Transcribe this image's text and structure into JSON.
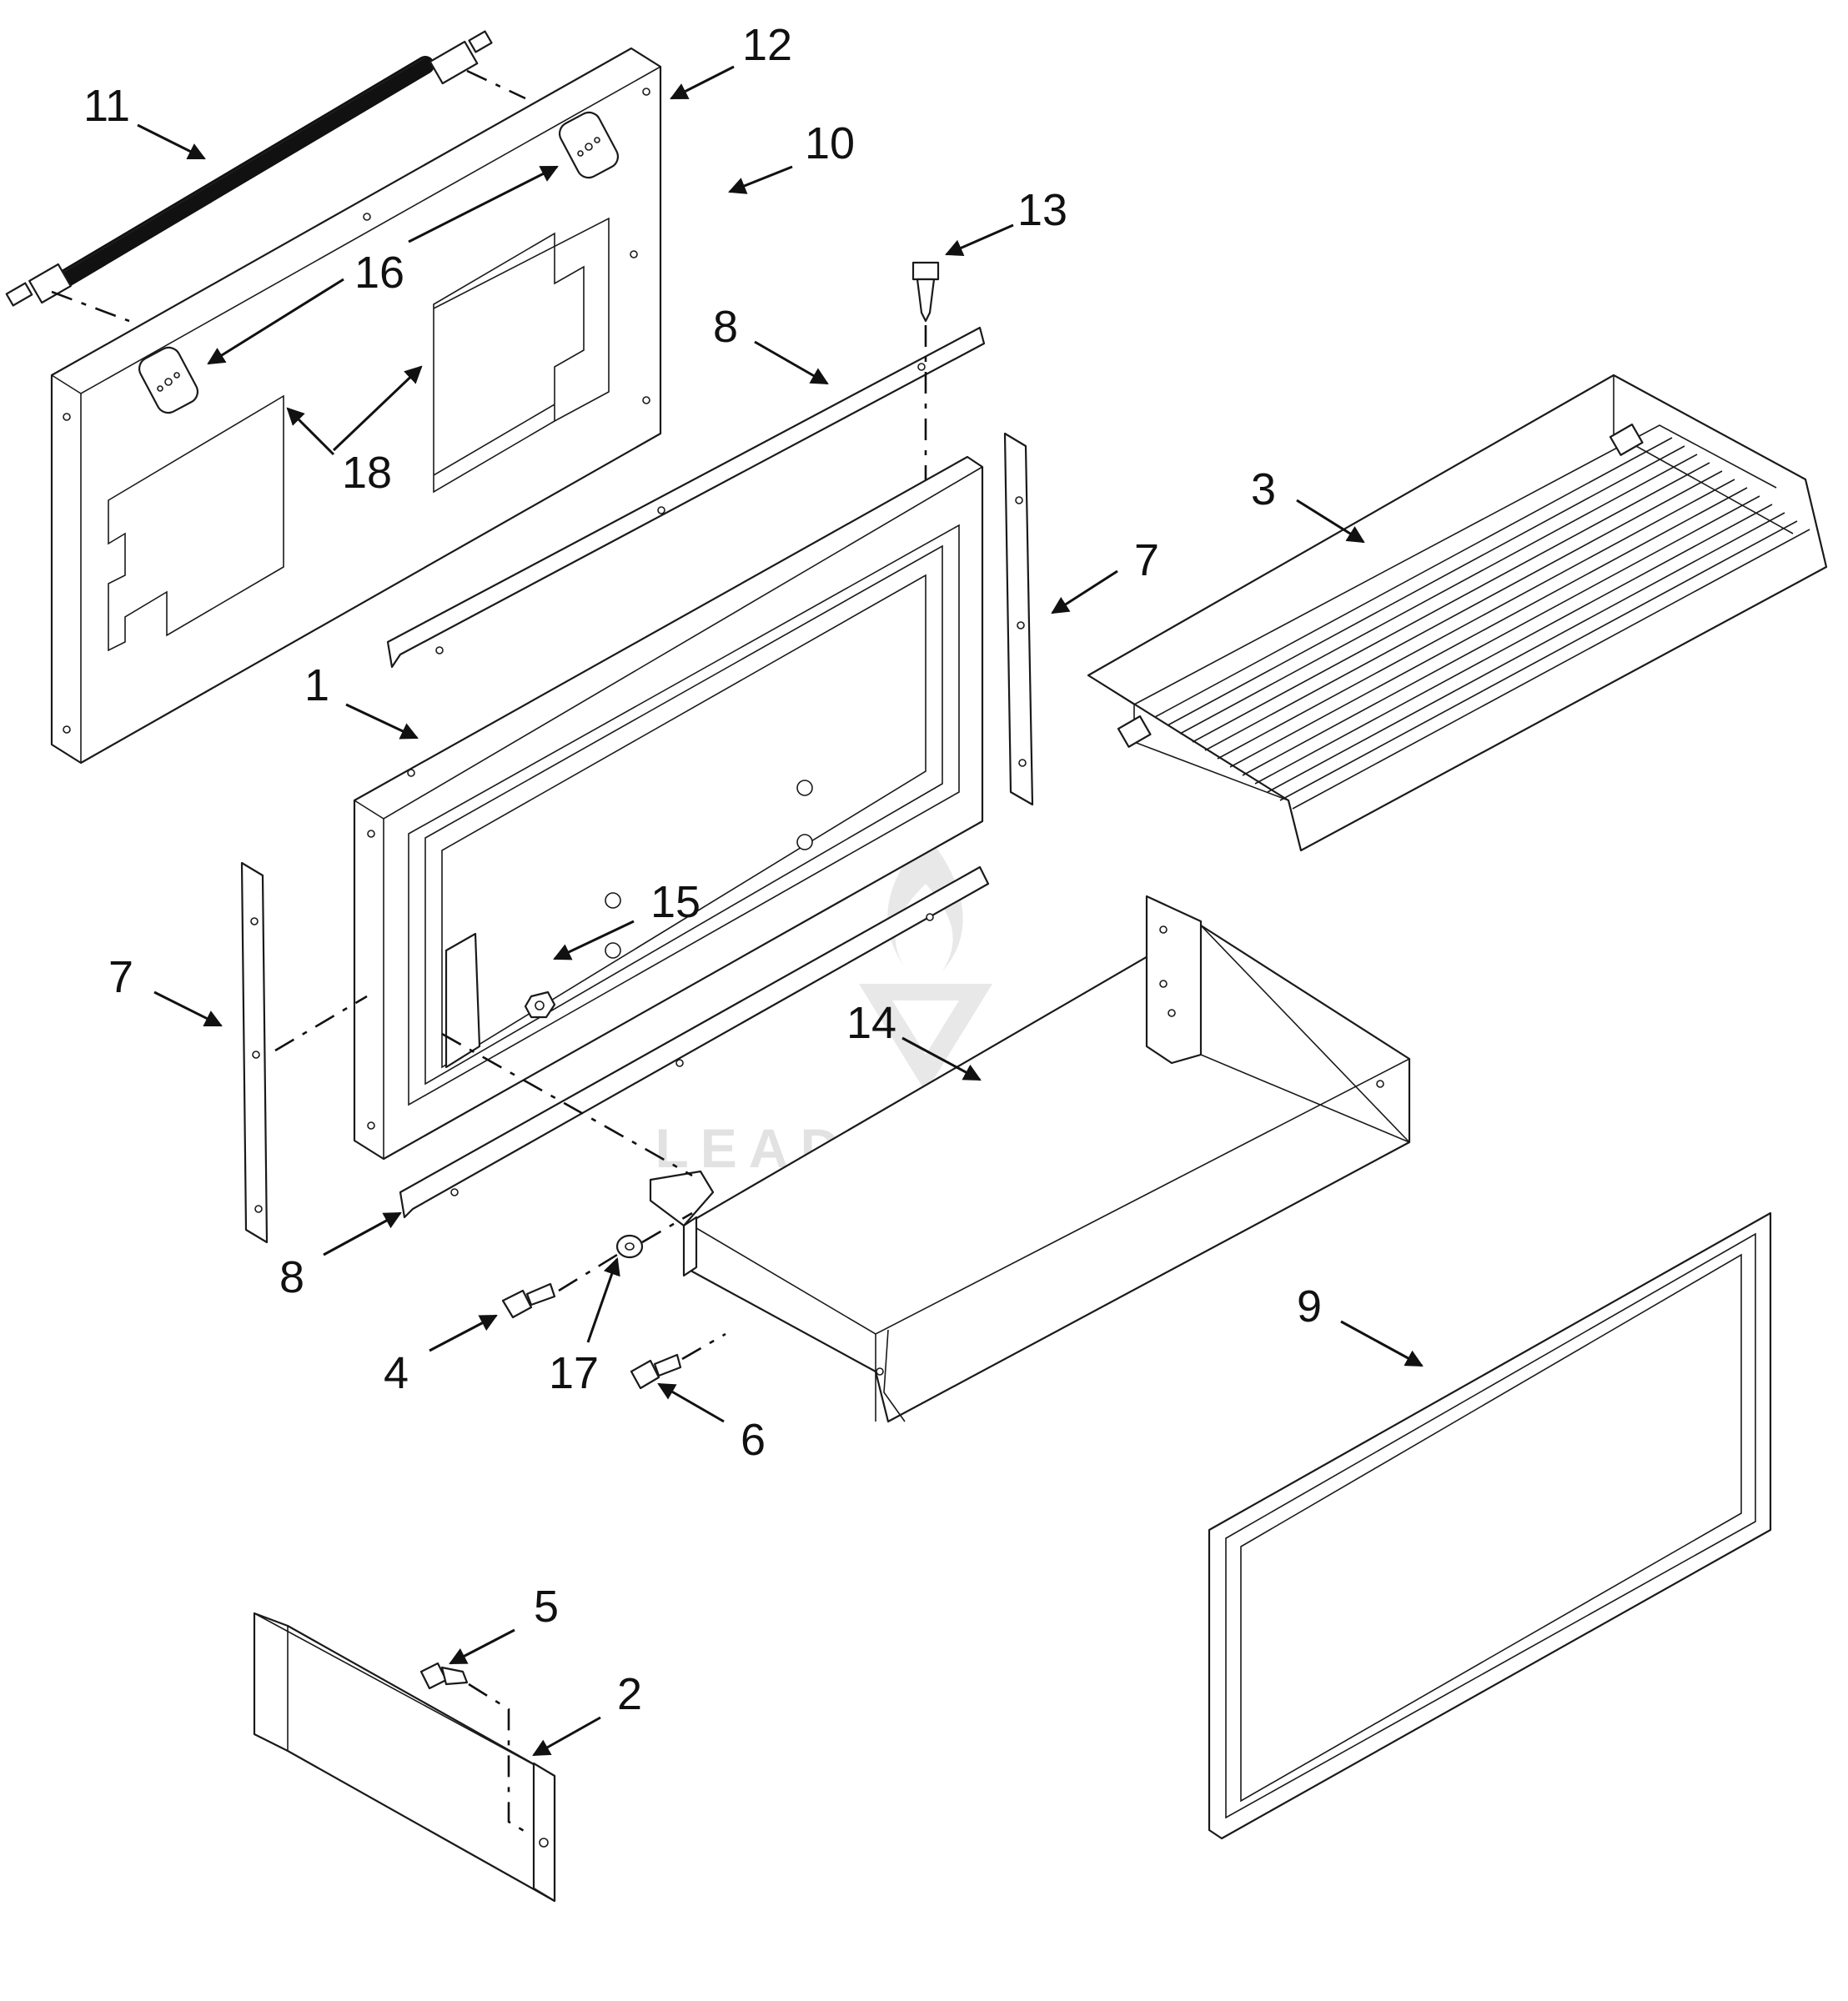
{
  "diagram": {
    "watermark": "LEADVENTURE",
    "callouts": [
      {
        "id": "c11",
        "label": "11"
      },
      {
        "id": "c12",
        "label": "12"
      },
      {
        "id": "c10",
        "label": "10"
      },
      {
        "id": "c13",
        "label": "13"
      },
      {
        "id": "c16",
        "label": "16"
      },
      {
        "id": "c8a",
        "label": "8"
      },
      {
        "id": "c18",
        "label": "18"
      },
      {
        "id": "c3",
        "label": "3"
      },
      {
        "id": "c7a",
        "label": "7"
      },
      {
        "id": "c1",
        "label": "1"
      },
      {
        "id": "c15",
        "label": "15"
      },
      {
        "id": "c7b",
        "label": "7"
      },
      {
        "id": "c14",
        "label": "14"
      },
      {
        "id": "c8b",
        "label": "8"
      },
      {
        "id": "c4",
        "label": "4"
      },
      {
        "id": "c17",
        "label": "17"
      },
      {
        "id": "c6",
        "label": "6"
      },
      {
        "id": "c9",
        "label": "9"
      },
      {
        "id": "c5",
        "label": "5"
      },
      {
        "id": "c2",
        "label": "2"
      }
    ]
  }
}
